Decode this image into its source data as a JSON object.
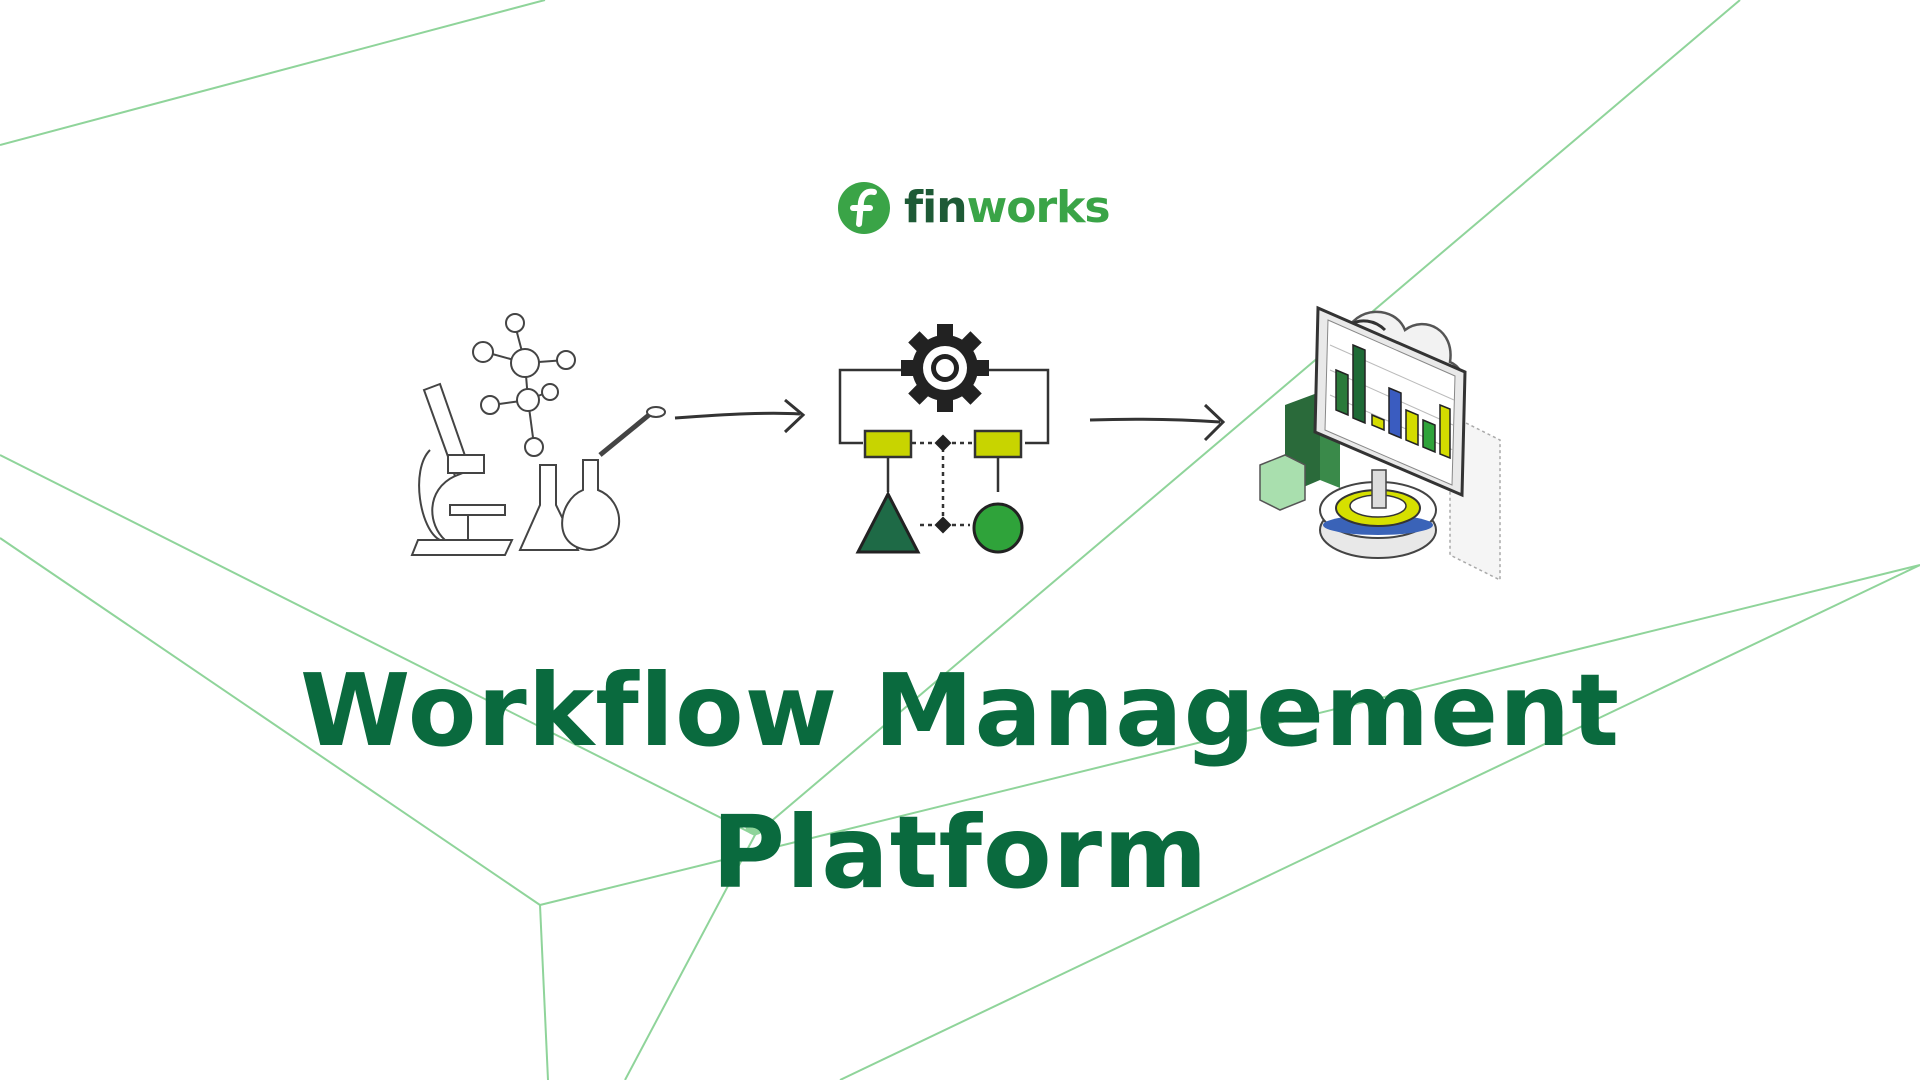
{
  "brand": {
    "name_part1": "fin",
    "name_part2": "works",
    "color_primary": "#1e5a36",
    "color_accent": "#3aa447"
  },
  "headline": {
    "line1": "Workflow Management",
    "line2": "Platform",
    "color": "#0a6a3e"
  },
  "illustrations": [
    {
      "icon": "lab-equipment-icon"
    },
    {
      "icon": "workflow-process-icon"
    },
    {
      "icon": "analytics-dashboard-icon"
    }
  ],
  "background": {
    "line_color": "#8fd49a"
  }
}
